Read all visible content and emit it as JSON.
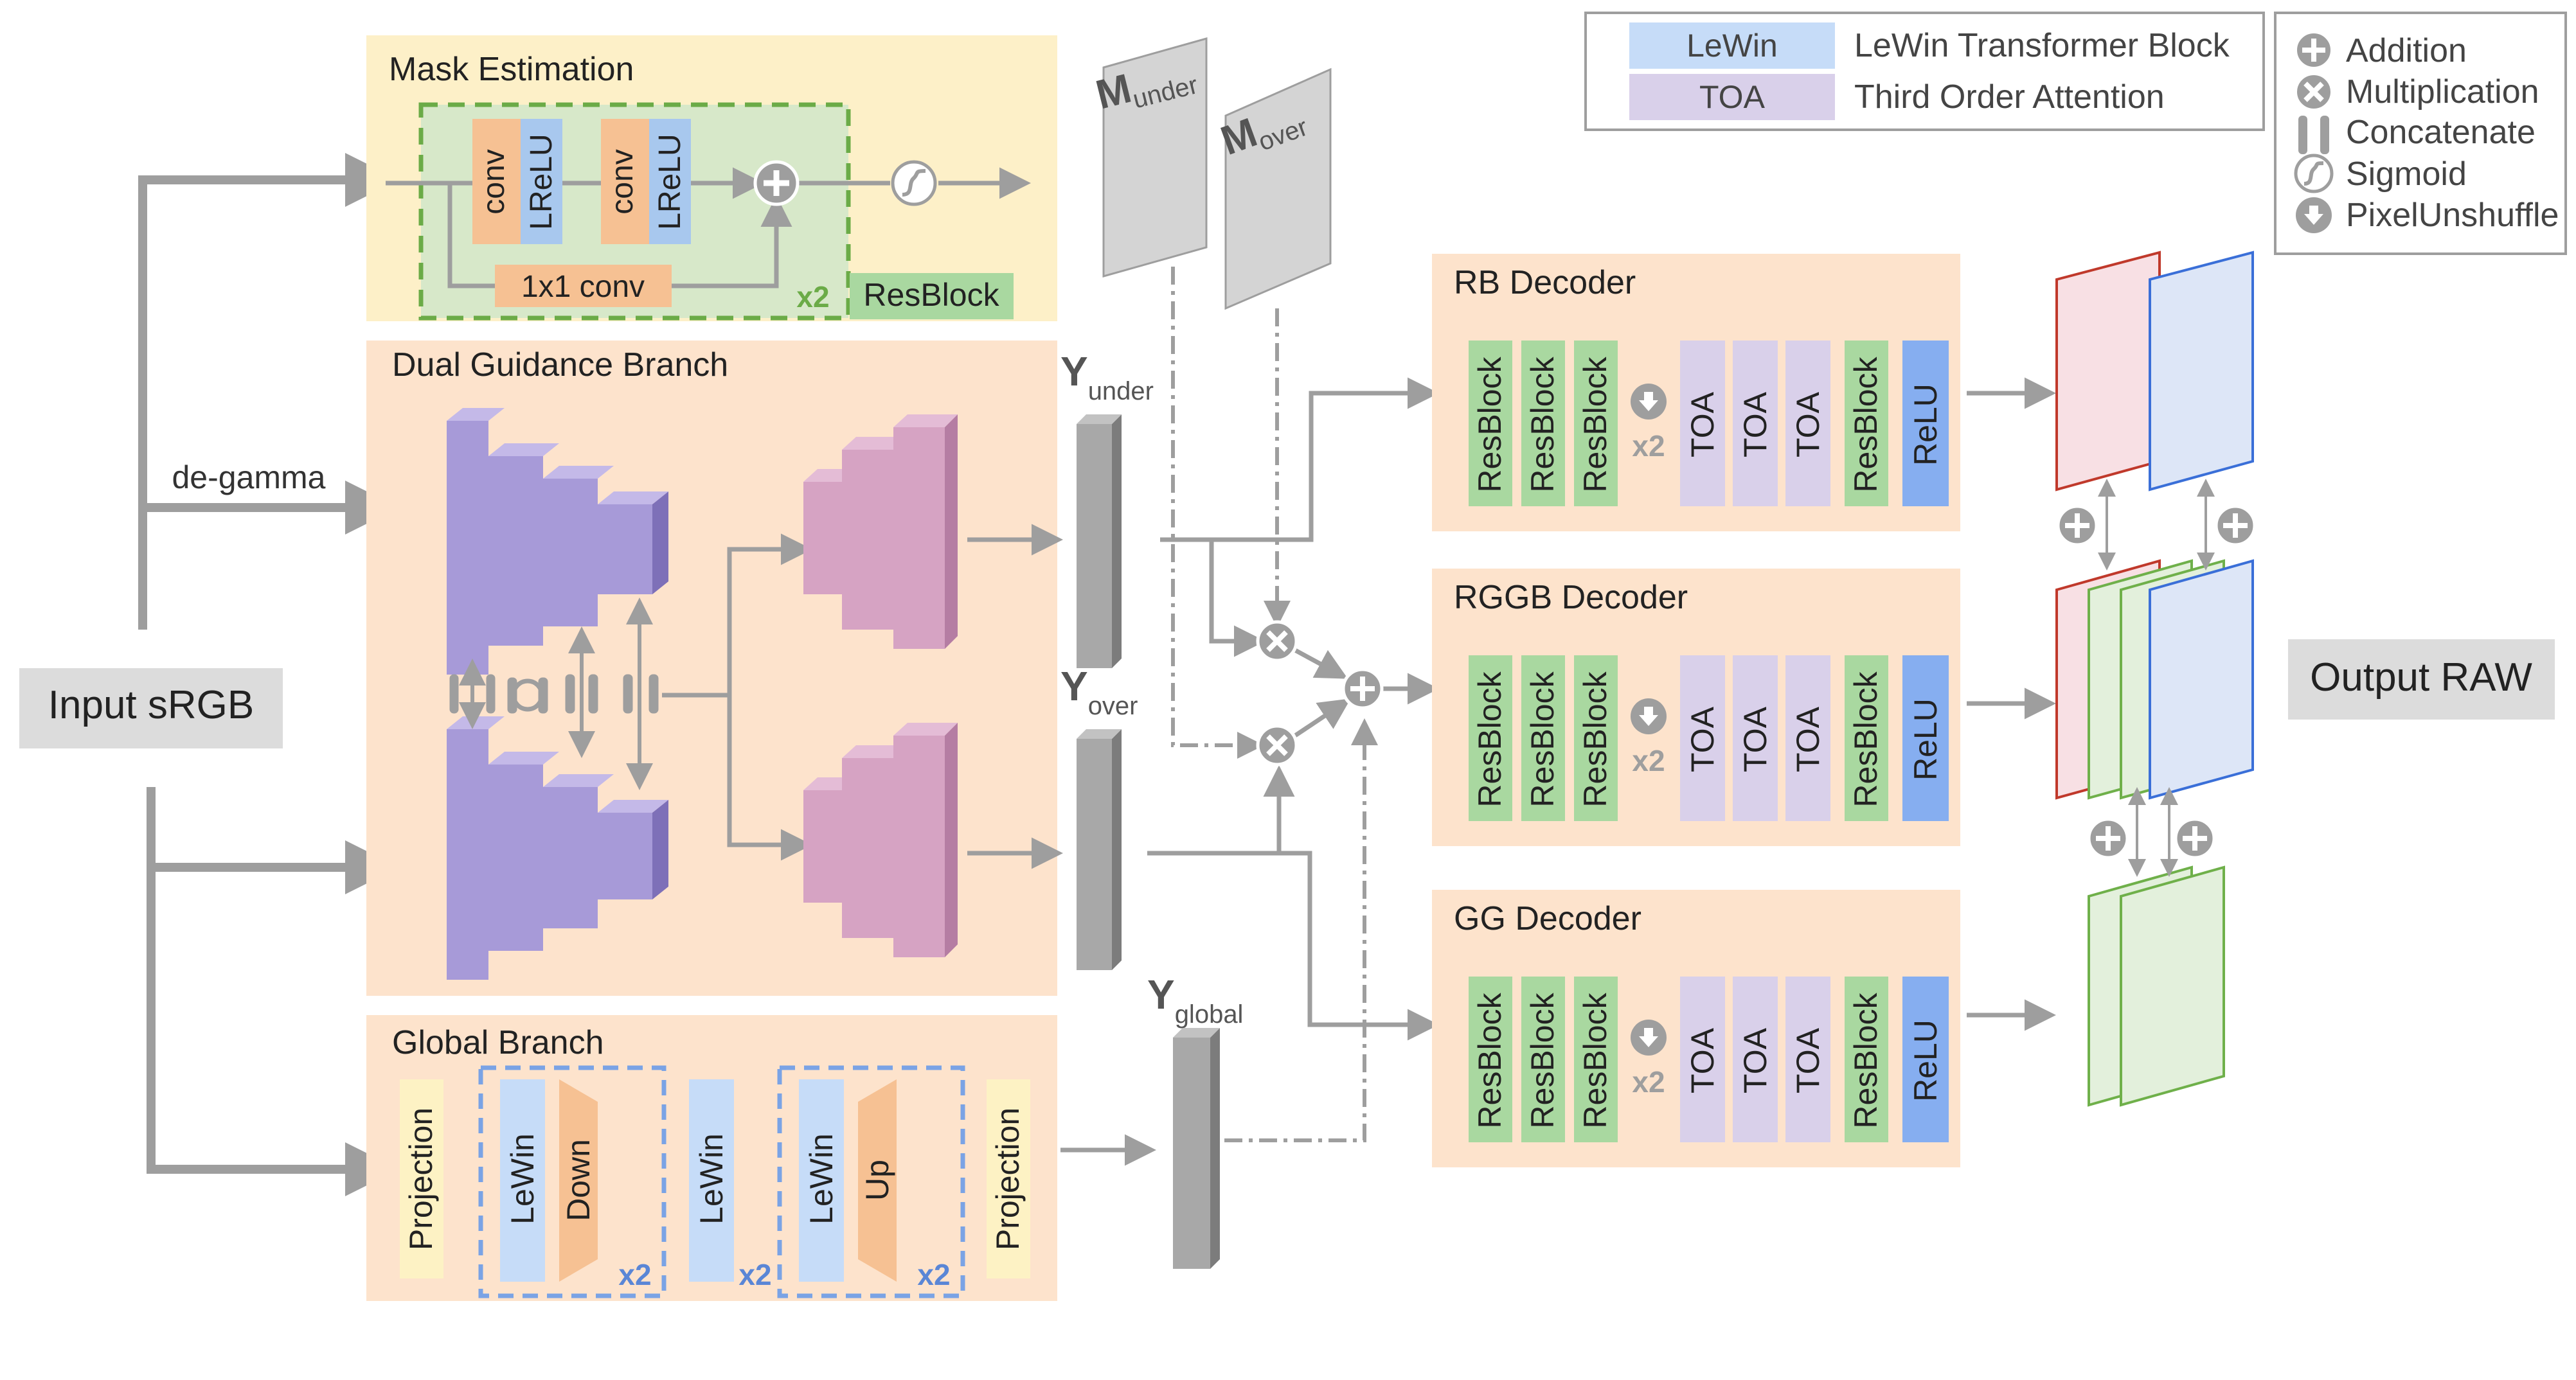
{
  "input": {
    "label": "Input sRGB"
  },
  "output": {
    "label": "Output RAW"
  },
  "degamma": {
    "label": "de-gamma"
  },
  "mask_estimation": {
    "title": "Mask Estimation",
    "conv": "conv",
    "lrelu": "LReLU",
    "skip_conv": "1x1 conv",
    "repeat": "x2",
    "resblock": "ResBlock"
  },
  "dual_guidance": {
    "title": "Dual Guidance Branch"
  },
  "global_branch": {
    "title": "Global Branch",
    "projection": "Projection",
    "lewin": "LeWin",
    "down": "Down",
    "up": "Up",
    "repeat": "x2"
  },
  "signals": {
    "m_under": {
      "main": "M",
      "sub": "under"
    },
    "m_over": {
      "main": "M",
      "sub": "over"
    },
    "y_under": {
      "main": "Y",
      "sub": "under"
    },
    "y_over": {
      "main": "Y",
      "sub": "over"
    },
    "y_global": {
      "main": "Y",
      "sub": "global"
    }
  },
  "decoders": [
    {
      "title": "RB Decoder"
    },
    {
      "title": "RGGB Decoder"
    },
    {
      "title": "GG Decoder"
    }
  ],
  "decoder_blocks": {
    "resblock": "ResBlock",
    "toa": "TOA",
    "relu": "ReLU",
    "repeat": "x2"
  },
  "legend": {
    "lewin_abbr": "LeWin",
    "lewin_full": "LeWin Transformer Block",
    "toa_abbr": "TOA",
    "toa_full": "Third Order Attention"
  },
  "symbols": [
    {
      "icon": "addition-icon",
      "label": "Addition"
    },
    {
      "icon": "multiplication-icon",
      "label": "Multiplication"
    },
    {
      "icon": "concatenate-icon",
      "label": "Concatenate"
    },
    {
      "icon": "sigmoid-icon",
      "label": "Sigmoid"
    },
    {
      "icon": "pixel-unshuffle-icon",
      "label": "PixelUnshuffle"
    }
  ],
  "colors": {
    "arrow": "#9e9e9e",
    "mask_panel": "#fdf0c8",
    "branch_panel": "#fde3cc",
    "resblock_green": "#a9d8a0",
    "conv_orange": "#f6c193",
    "lrelu_blue": "#a8c8ee",
    "toa_purple": "#d9d0ea",
    "relu_blue": "#86aef0",
    "lewin_blue": "#c6dcf8",
    "projection_yellow": "#fdf2c4",
    "encoder_purple": "#a79ad8",
    "decoder_pink": "#d6a3c3",
    "raw_red": "#c0392b",
    "raw_blue": "#3a6fd8",
    "raw_green": "#6fb04a"
  }
}
